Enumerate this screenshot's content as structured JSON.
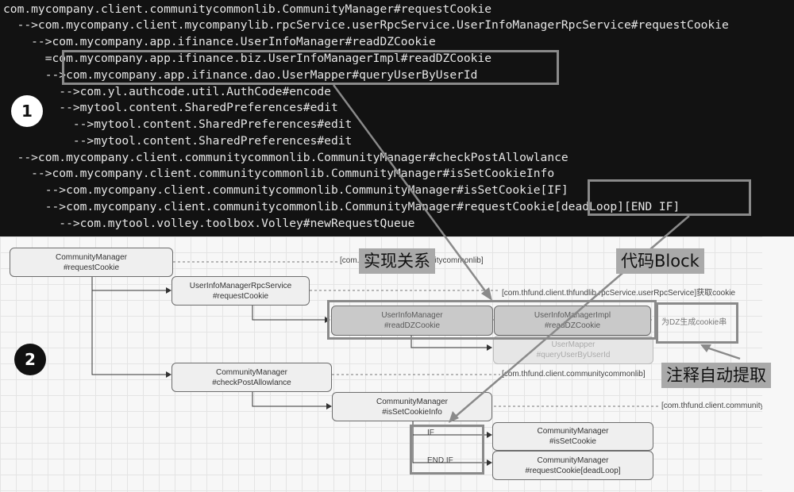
{
  "code_lines": [
    "com.mycompany.client.communitycommonlib.CommunityManager#requestCookie",
    "  -->com.mycompany.client.mycompanylib.rpcService.userRpcService.UserInfoManagerRpcService#requestCookie",
    "    -->com.mycompany.app.ifinance.UserInfoManager#readDZCookie",
    "      =com.mycompany.app.ifinance.biz.UserInfoManagerImpl#readDZCookie",
    "      -->com.mycompany.app.ifinance.dao.UserMapper#queryUserByUserId",
    "        -->com.yl.authcode.util.AuthCode#encode",
    "        -->mytool.content.SharedPreferences#edit",
    "          -->mytool.content.SharedPreferences#edit",
    "          -->mytool.content.SharedPreferences#edit",
    "  -->com.mycompany.client.communitycommonlib.CommunityManager#checkPostAllowlance",
    "    -->com.mycompany.client.communitycommonlib.CommunityManager#isSetCookieInfo",
    "      -->com.mycompany.client.communitycommonlib.CommunityManager#isSetCookie[IF]",
    "      -->com.mycompany.client.communitycommonlib.CommunityManager#requestCookie[deadLoop][END IF]",
    "        -->com.mytool.volley.toolbox.Volley#newRequestQueue"
  ],
  "badges": {
    "one": "1",
    "two": "2"
  },
  "callouts": {
    "impl_relation": "实现关系",
    "code_block": "代码Block",
    "auto_comment": "注释自动提取"
  },
  "nodes": {
    "cm_request": [
      "CommunityManager",
      "#requestCookie"
    ],
    "rpc_request": [
      "UserInfoManagerRpcService",
      "#requestCookie"
    ],
    "uim_read": [
      "UserInfoManager",
      "#readDZCookie"
    ],
    "uimi_read": [
      "UserInfoManagerImpl",
      "#readDZCookie"
    ],
    "mapper_query": [
      "UserMapper",
      "#queryUserByUserId"
    ],
    "cm_check": [
      "CommunityManager",
      "#checkPostAllowlance"
    ],
    "cm_issetinfo": [
      "CommunityManager",
      "#isSetCookieInfo"
    ],
    "cm_isset": [
      "CommunityManager",
      "#isSetCookie"
    ],
    "cm_request_loop": [
      "CommunityManager",
      "#requestCookie[deadLoop]"
    ]
  },
  "annotations": {
    "a1": "[com.thfund.client.communitycommonlib]",
    "a2": "[com.thfund.client.thfundlib.rpcService.userRpcService]获取cookie",
    "a3": "为DZ生成cookie串",
    "a4": "[com.thfund.client.communitycommonlib]",
    "a5": "[com.thfund.client.communitycommonlib]"
  },
  "flow_labels": {
    "if": "IF",
    "endif": "END IF"
  }
}
